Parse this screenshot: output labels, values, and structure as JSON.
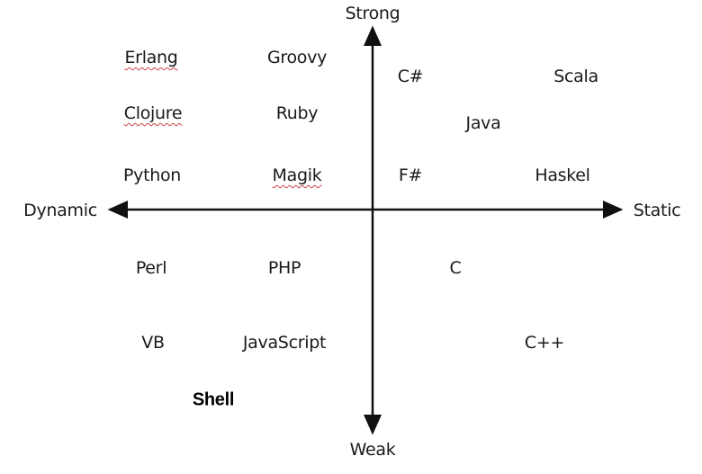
{
  "axes": {
    "top": "Strong",
    "bottom": "Weak",
    "left": "Dynamic",
    "right": "Static"
  },
  "languages": {
    "erlang": "Erlang",
    "groovy": "Groovy",
    "csharp": "C#",
    "scala": "Scala",
    "clojure": "Clojure",
    "ruby": "Ruby",
    "java": "Java",
    "python": "Python",
    "magik": "Magik",
    "fsharp": "F#",
    "haskel": "Haskel",
    "perl": "Perl",
    "php": "PHP",
    "c": "C",
    "vb": "VB",
    "javascript": "JavaScript",
    "cpp": "C++",
    "shell": "Shell"
  }
}
